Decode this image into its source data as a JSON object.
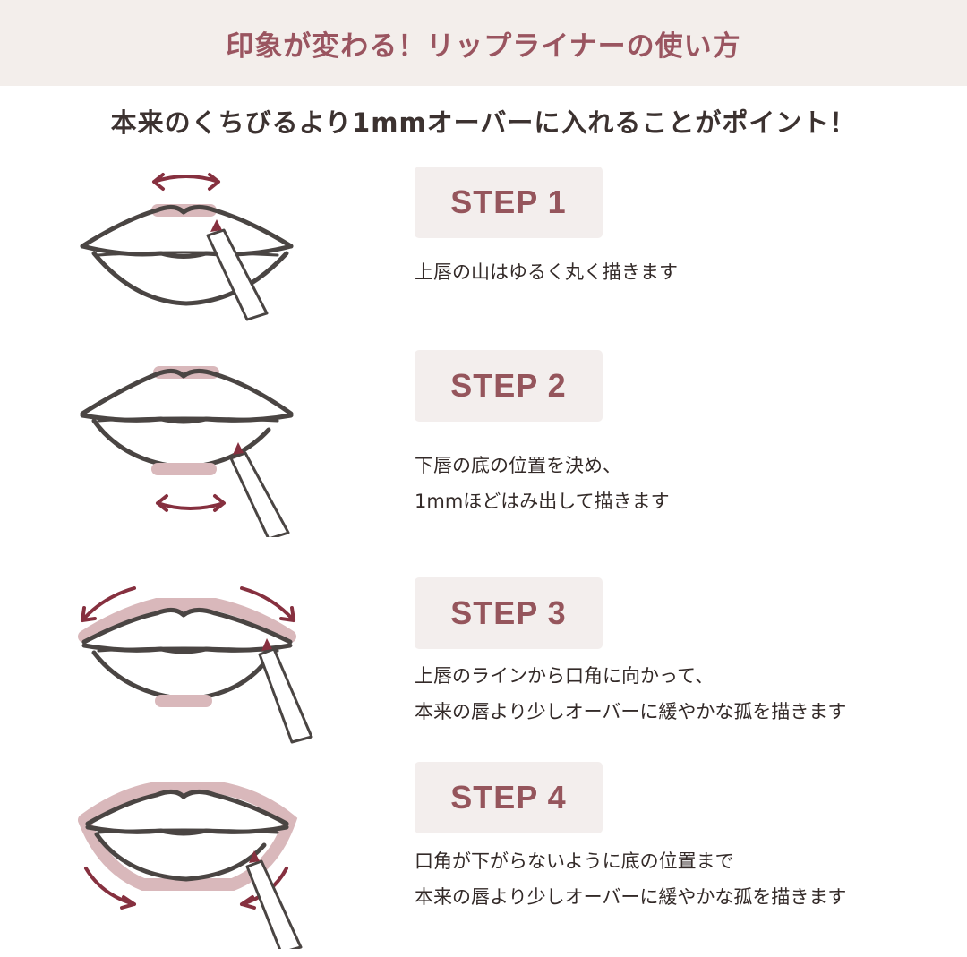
{
  "header": {
    "title": "印象が変わる！リップライナーの使い方"
  },
  "subtitle": "本来のくちびるより1mmオーバーに入れることがポイント！",
  "steps": [
    {
      "label": "STEP 1",
      "lines": [
        "上唇の山はゆるく丸く描きます"
      ]
    },
    {
      "label": "STEP 2",
      "lines": [
        "下唇の底の位置を決め、",
        "1mmほどはみ出して描きます"
      ]
    },
    {
      "label": "STEP 3",
      "lines": [
        "上唇のラインから口角に向かって、",
        "本来の唇より少しオーバーに緩やかな孤を描きます"
      ]
    },
    {
      "label": "STEP 4",
      "lines": [
        "口角が下がらないように底の位置まで",
        "本来の唇より少しオーバーに緩やかな孤を描きます"
      ]
    }
  ],
  "colors": {
    "accent": "#95555c",
    "header_bg": "#f3eeeb",
    "badge_bg": "#f3eeed",
    "liner_pink": "#d9b8bb",
    "arrow": "#86303f"
  }
}
